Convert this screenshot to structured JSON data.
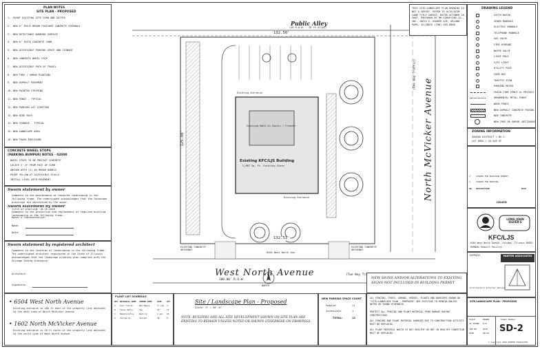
{
  "plan_notes": {
    "title": "PLAN NOTES",
    "subtitle": "SITE PLAN - PROPOSED",
    "items": [
      "PAINT EXISTING SITE CURB AND GUTTER",
      "NEW 6\" THICK BROOM FINISHED CONCRETE SIDEWALK",
      "NEW DETECTABLE WARNING SURFACE",
      "NEW 6\" THICK CONCRETE CURB",
      "NEW ACCESSIBLE PARKING SPACE AND SIGNAGE",
      "NEW CONCRETE WHEEL STOP",
      "NEW ACCESSIBLE PATH OF TRAVEL",
      "NEW TREE / SHRUB PLANTING",
      "NEW ASPHALT PAVEMENT",
      "NEW PAINTED STRIPING",
      "NEW FENCE - TYPICAL",
      "NEW PARKING LOT LIGHTING",
      "NEW BIKE RACK",
      "NEW SIGNAGE - TYPICAL",
      "NEW LANDSCAPE AREA",
      "NEW TRASH ENCLOSURE"
    ]
  },
  "wheel_stops": {
    "title": "CONCRETE WHEEL STOPS",
    "subtitle": "(PARKING BUMPER) NOTES - 02000",
    "items": [
      "WHEEL STOPS TO BE PRECAST CONCRETE",
      "LOCATE 2'-6\" FROM FACE OF CURB",
      "ANCHOR WITH (2) #4 REBAR DOWELS",
      "PAINT YELLOW AT ACCESSIBLE STALLS",
      "INSTALL LEVEL WITH PAVEMENT"
    ]
  },
  "owner_statement": {
    "title": "Sworn statement by owner",
    "body": "Comments to the maintenance of required landscaping in the following frame. The undersigned acknowledges that the landscape plantings are maintained by the owner.",
    "date_line": "Title of planting: 10-16-2010",
    "rep_label": "Owner's representative:",
    "name_label": "Name:",
    "date_label": "Date:"
  },
  "owner_statement2": {
    "title": "Sworn statement by owner",
    "body": "Comments to the protection and replacement of required existing landscaping in the following frame.",
    "name_label": "Name:"
  },
  "architect_statement": {
    "title": "Sworn statement by registered architect",
    "body": "Comments to the location of landscaping in the following frame. The undersigned architect registered in the State of Illinois acknowledges that the landscape planting plan complies with the Chicago Zoning Ordinance.",
    "architect_label": "Architect:",
    "signature_label": "Signature:"
  },
  "addresses": {
    "a1": "• 6504 West North Avenue",
    "a1_desc": "Existing entrance is 160 ft east of the property line adjacent to the east side of North McVicker Avenue.",
    "a2": "• 1602 North McVicker Avenue",
    "a2_desc": "Existing entrance is 16 ft north of the property line adjacent to the north side of West North Avenue."
  },
  "site": {
    "alley": "Public Alley",
    "alley_dims": "(16 R.O.W. - 20 ft alley)",
    "dim_top": "132.50'",
    "dim_bottom": "132.53'",
    "dim_left": "125.00'",
    "street_bottom": "West North Avenue",
    "street_bottom_sub": "100.00' R.O.W.",
    "street_right": "North McVicker Avenue",
    "street_right_sub": "(One Way Traffic)",
    "two_way": "(Two Way Traffic)",
    "building": "Existing KFC/LJS Building",
    "building_sub": "2,987 Sq. Ft. Existing Store",
    "building2": "Existing Walk-In Cooler / Freezer",
    "entrance1": "Existing Entrance",
    "entrance2": "Existing Entrance",
    "north": "NORTH",
    "curb1": "EXISTING CONCRETE DRIVEWAY",
    "curb2": "EXISTING CONCRETE DRIVEWAY",
    "addr_label": "6504 West North Ave"
  },
  "plant_schedule": {
    "title": "PLANT LIST SCHEDULE",
    "headers": [
      "KEY",
      "BOTANICAL NAME",
      "COMMON NAME",
      "SIZE",
      "QTY"
    ],
    "rows": [
      [
        "A",
        "Acer rubrum",
        "Red Maple",
        "3\" Cal.",
        "4"
      ],
      [
        "B",
        "Taxus media",
        "Yew",
        "24\"",
        "12"
      ],
      [
        "C",
        "Hemerocallis",
        "Daylily",
        "1 gal.",
        "24"
      ],
      [
        "D",
        "Juniperus",
        "Juniper",
        "18\"",
        "8"
      ]
    ]
  },
  "plan_title": {
    "title": "Site / Landscape Plan - Proposed",
    "scale": "Scale: 1\" = 20'-0\"",
    "note": "NOTE: BUILDING AND ALL SITE DEVELOPMENT SHOWN ON SITE PLAN ARE EXISTING TO REMAIN UNLESS NOTED OR SHOWN OTHERWISE ON DRAWINGS."
  },
  "parking_count": {
    "title": "NEW PARKING SPACE COUNT",
    "regular_label": "- Regular",
    "regular": "11",
    "accessible_label": "- Accessible",
    "accessible": "1",
    "total_label": "TOTAL:",
    "total": "12"
  },
  "signs_note": "NEW SIGNS AND/OR ALTERATIONS TO EXISTING SIGNS NOT INCLUDED IN BUILDING PERMIT",
  "fence_notes": [
    "ALL FENCING, TREES, SHRUBS, HEDGES, PLANTS AND BARRIERS SHOWN ON \"SITE/LANDSCAPE PLAN - PROPOSED\" ARE EXISTING TO REMAIN UNLESS NOTED OR SHOWN OTHERWISE.",
    "PROTECT ALL FENCING AND PLANT MATERIAL FROM DAMAGE DURING CONSTRUCTION.",
    "ALL FENCING AND PLANT MATERIAL DAMAGED DUE TO CONSTRUCTION ACTIVITY MUST BE REPLACED.",
    "ALL PLANT MATERIAL WHICH IS NOT HEALTHY OR NOT IN HEALTHY CONDITION MUST BE REPLACED."
  ],
  "survey_note": "THIS SITE/LANDSCAPE PLAN DRAWING IS NOT A SURVEY. REFER TO ALTA/ACSM LAND TITLE SURVEY, DATED OCTOBER 26, 2007, PREPARED BY MM SURVEYING CO., INC. 16613 S. HOOKER AVE, ORLAND PARK, ILLINOIS (708) 283-8600",
  "legend": {
    "title": "DRAWING LEGEND",
    "items": [
      "CATCH BASIN",
      "SEWER MANHOLE",
      "ELECTRIC MANHOLE",
      "TELEPHONE MANHOLE",
      "GAS VALVE",
      "FIRE HYDRANT",
      "WATER VALVE",
      "LIGHT POLE",
      "SITE LIGHT",
      "UTILITY POLE",
      "CURB BOX",
      "TRAFFIC SIGN",
      "PARKING METER",
      "CHAIN LINK FENCE or PRIVACY FENCE",
      "ORNAMENTAL METAL FENCE",
      "WOOD FENCE",
      "NEW ASPHALT CONCRETE PAVING",
      "NEW CONCRETE",
      "NEW TREE OR SHRUB (DECIDUOUS)"
    ]
  },
  "zoning": {
    "title": "ZONING INFORMATION",
    "district": "ZONING DISTRICT = BS-1",
    "lot": "LOT AREA = 16,565 SF"
  },
  "revisions": {
    "rows": [
      [
        "2",
        "ISSUED FOR BUILDING PERMIT",
        ""
      ],
      [
        "1",
        "ISSUED FOR BIDDING",
        ""
      ]
    ],
    "headers": [
      "NO.",
      "DESCRIPTION",
      "DATE"
    ],
    "issued": "ISSUED"
  },
  "brand": {
    "logo_text": "LONG JOHN SILVER'S",
    "name": "KFC/LJS",
    "address": "6504 West North Avenue, Chicago, Illinois 60635",
    "remodel": "REMODEL Rebuilt Facility"
  },
  "architect": {
    "firm": "PANTER ASSOCIATES",
    "firm_sub": "Architecture Interior Design",
    "express_label": "EXPRESS"
  },
  "sheet": {
    "title": "SITE/LANDSCAPE PLAN - PROPOSED",
    "scale_label": "SCALE",
    "scale": "AS SHOWN",
    "drawn_label": "DRAWN",
    "drawn": "K.M.",
    "job_label": "JOB NO.",
    "job": "0506",
    "date_label": "DATE",
    "date": "08/10",
    "sheet_label": "Sheet Number",
    "number": "SD-2",
    "copyright": "© Copyright 2010 PANTER ASSOCIATES"
  }
}
